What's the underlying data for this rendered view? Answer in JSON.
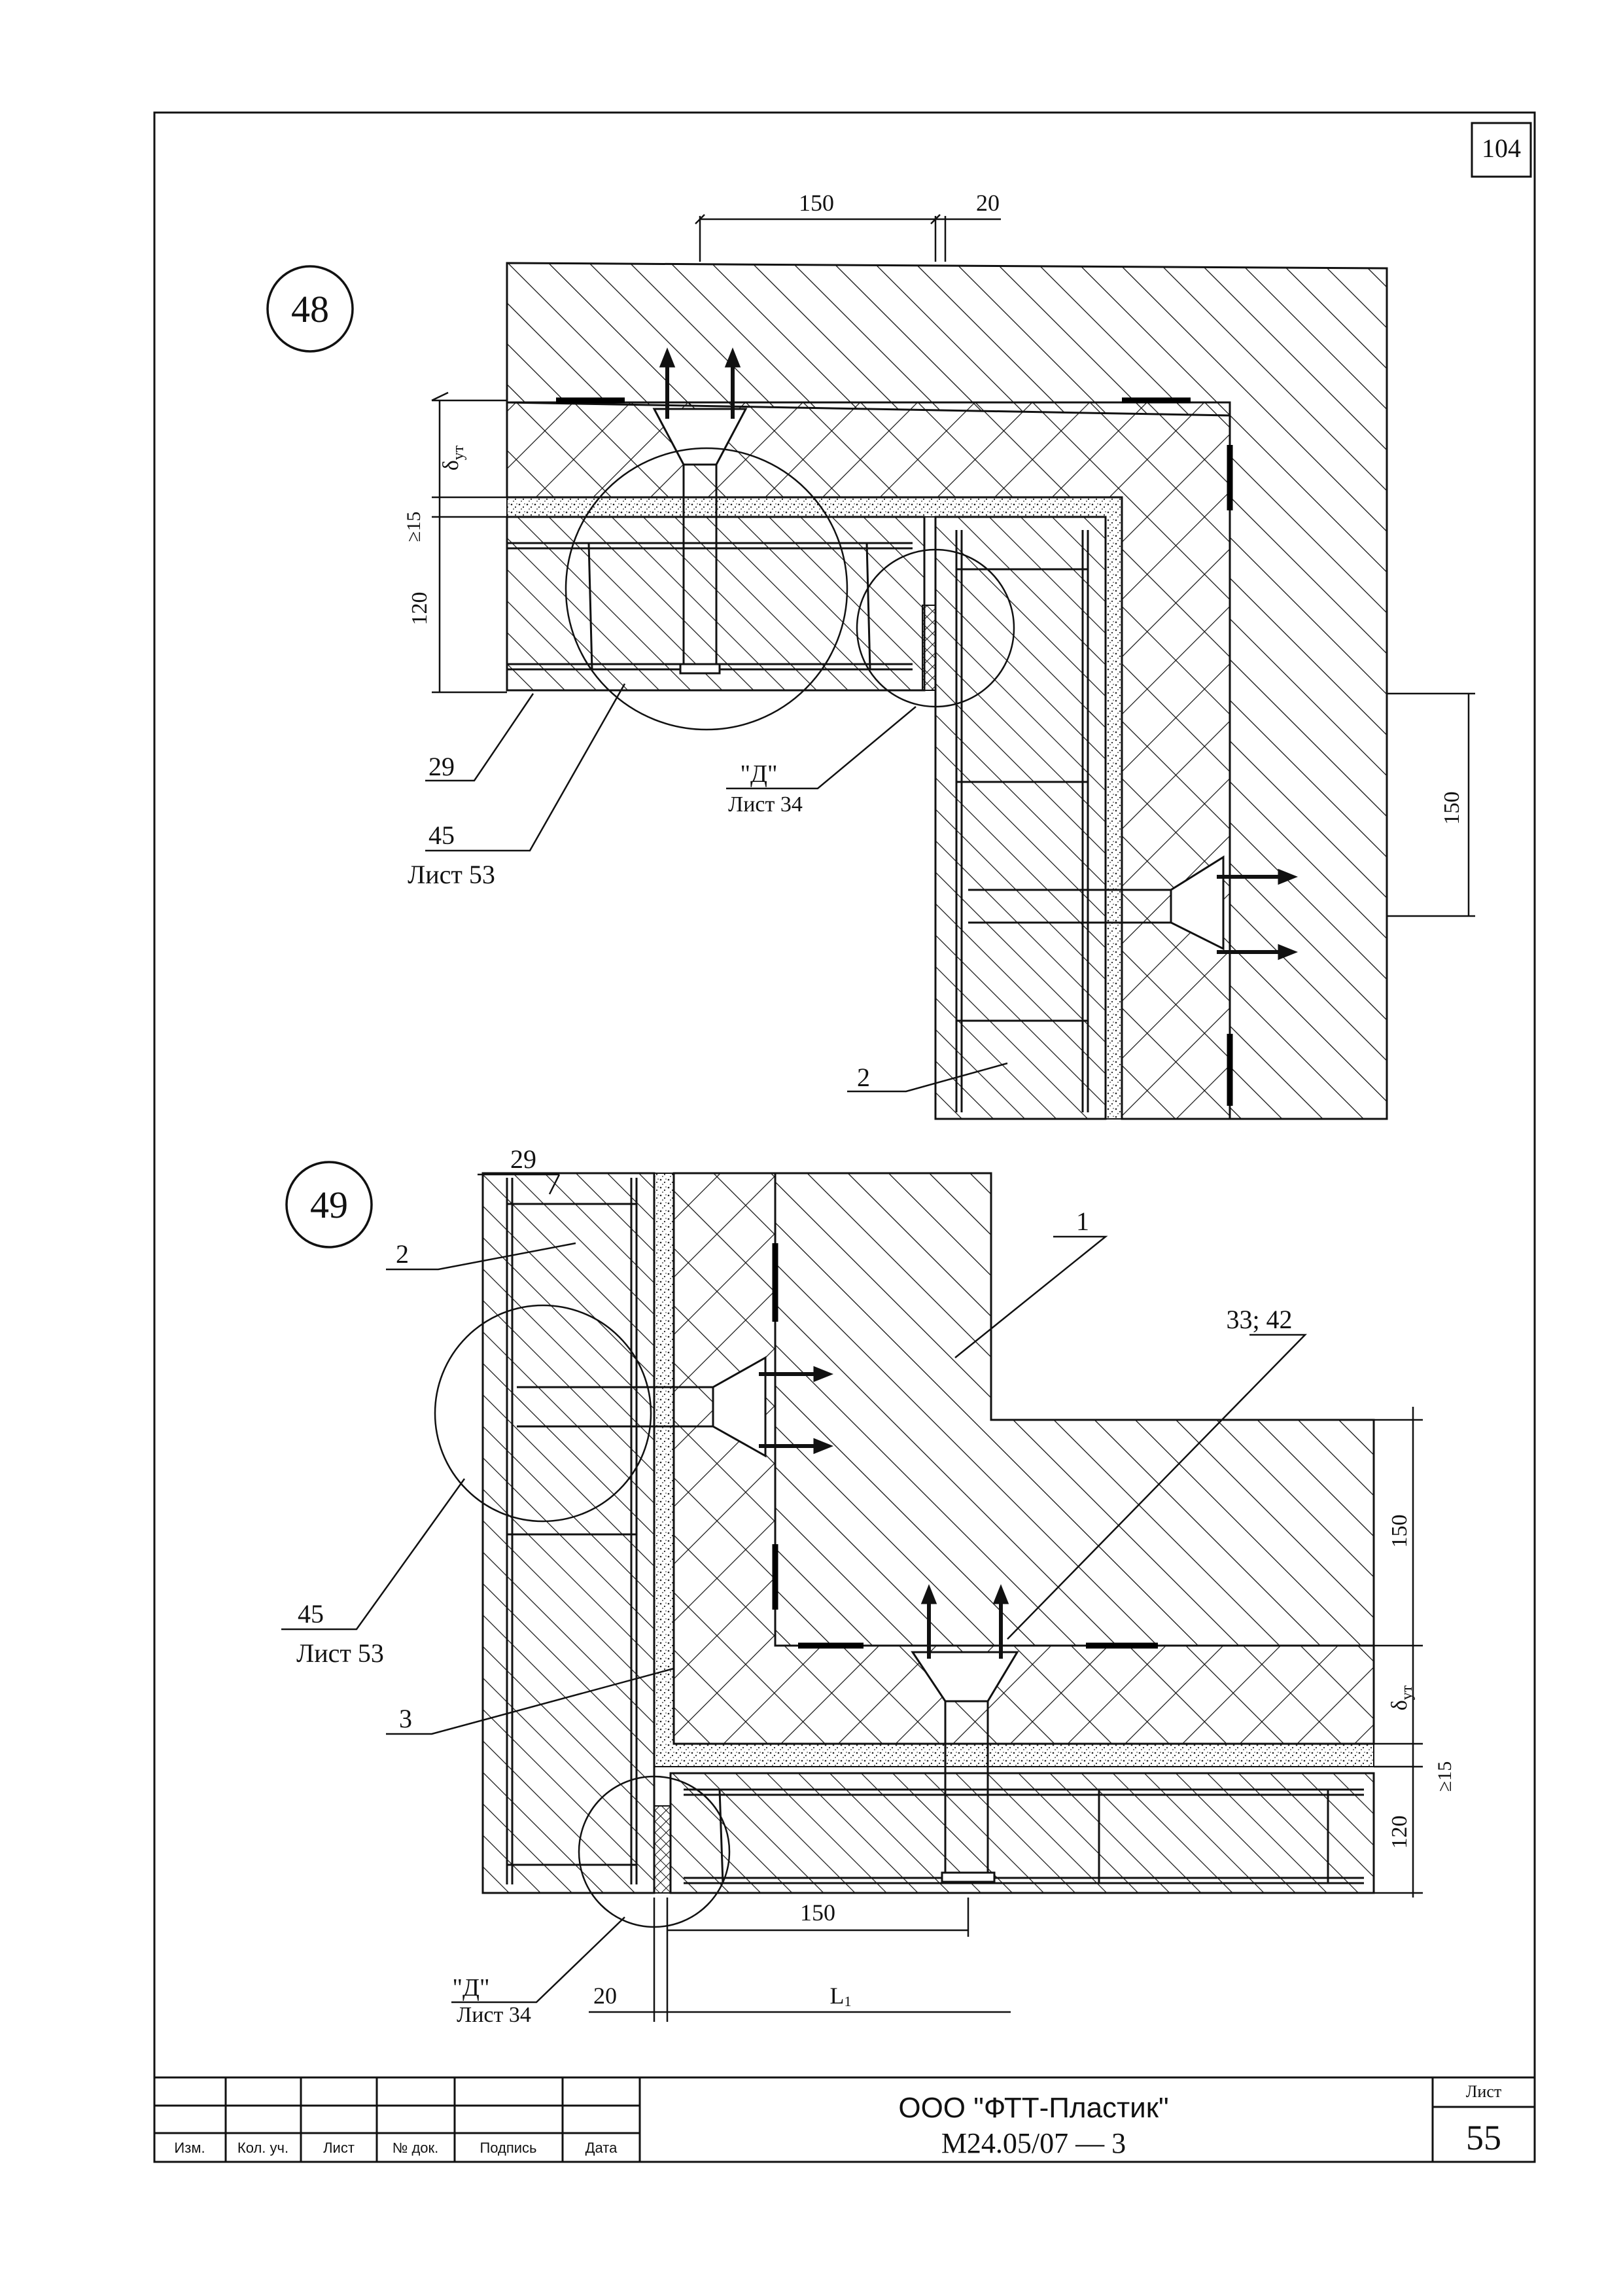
{
  "sheet_number_top": "104",
  "detail_48": {
    "number": "48",
    "dims": {
      "a": "150",
      "b": "20",
      "delta_base": "δ",
      "delta_sub": "ут",
      "min15": "≥15",
      "d120": "120",
      "d150": "150"
    },
    "callouts": {
      "c29": "29",
      "c45": "45",
      "c45_ref": "Лист 53",
      "cD": "\"Д\"",
      "cD_ref": "Лист 34",
      "c2": "2"
    }
  },
  "detail_49": {
    "number": "49",
    "dims": {
      "d150_v": "150",
      "delta_base": "δ",
      "delta_sub": "ут",
      "min15": "≥15",
      "d120": "120",
      "d150_h": "150",
      "d20": "20",
      "L1_base": "L",
      "L1_sub": "1"
    },
    "callouts": {
      "c29": "29",
      "c2": "2",
      "c1": "1",
      "c33": "33; 42",
      "c45": "45",
      "c45_ref": "Лист 53",
      "c3": "3",
      "cD": "\"Д\"",
      "cD_ref": "Лист 34"
    }
  },
  "title_block": {
    "organization": "ООО \"ФТТ-Пластик\"",
    "document_code": "М24.05/07 — 3",
    "sheet_label": "Лист",
    "sheet_value": "55",
    "columns": [
      "Изм.",
      "Кол. уч.",
      "Лист",
      "№ док.",
      "Подпись",
      "Дата"
    ]
  }
}
